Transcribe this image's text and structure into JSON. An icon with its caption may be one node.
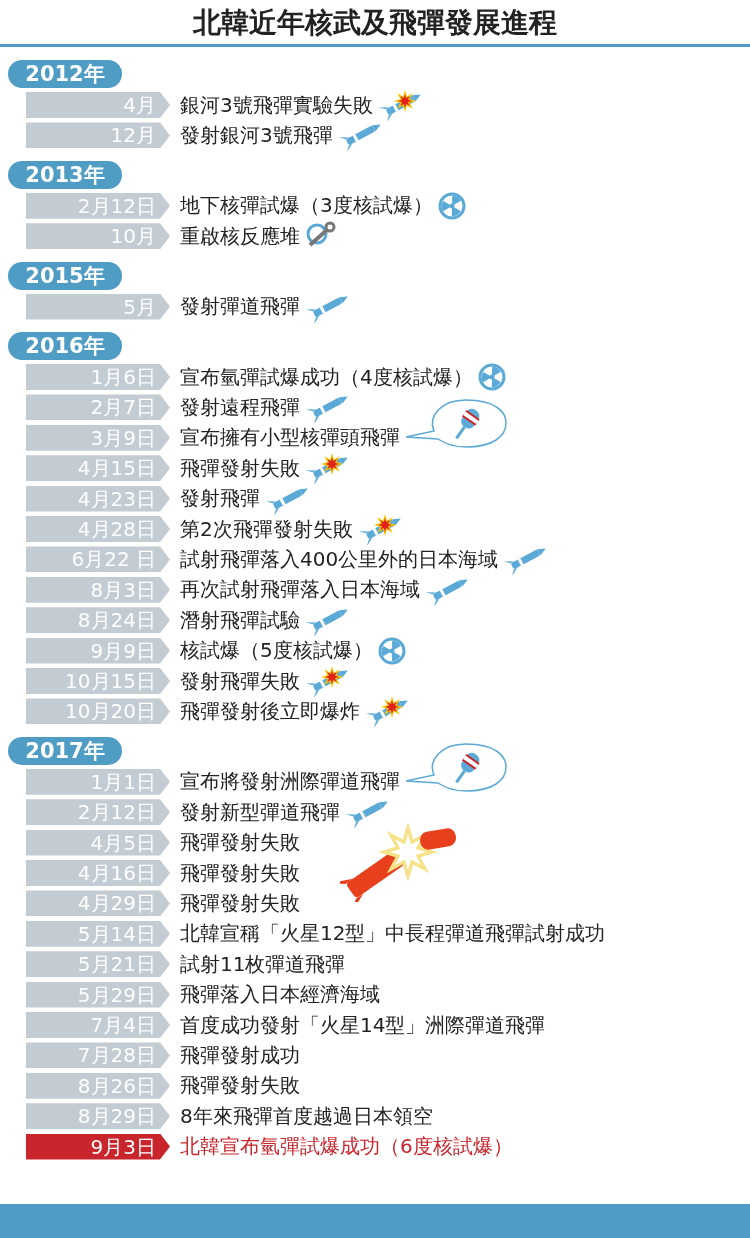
{
  "diagram": {
    "title": "北韓近年核武及飛彈發展進程",
    "nodes": [
      {
        "text": [
          "2012年"
        ]
      },
      {
        "text": [
          "4月"
        ],
        "beside": [
          "銀河3號飛彈實驗失敗"
        ]
      },
      {
        "text": [
          "12月"
        ],
        "beside": [
          "發射銀河3號飛彈"
        ]
      },
      {
        "text": [
          "2013年"
        ]
      },
      {
        "text": [
          "2月12日"
        ],
        "beside": [
          "地下核彈試爆（3度核試爆）"
        ]
      },
      {
        "text": [
          "10月"
        ],
        "beside": [
          "重啟核反應堆"
        ]
      },
      {
        "text": [
          "2015年"
        ]
      },
      {
        "text": [
          "5月"
        ],
        "beside": [
          "發射彈道飛彈"
        ]
      },
      {
        "text": [
          "2016年"
        ]
      },
      {
        "text": [
          "1月6日"
        ],
        "beside": [
          "宣布氫彈試爆成功（4度核試爆）"
        ]
      },
      {
        "text": [
          "2月7日"
        ],
        "beside": [
          "發射遠程飛彈"
        ]
      },
      {
        "text": [
          "3月9日"
        ],
        "beside": [
          "宣布擁有小型核彈頭飛彈"
        ]
      },
      {
        "text": [
          "4月15日"
        ],
        "beside": [
          "飛彈發射失敗"
        ]
      },
      {
        "text": [
          "4月23日"
        ],
        "beside": [
          "發射飛彈"
        ]
      },
      {
        "text": [
          "4月28日"
        ],
        "beside": [
          "第2次飛彈發射失敗"
        ]
      },
      {
        "text": [
          "6月22 日"
        ],
        "beside": [
          "試射飛彈落入400公里外的日本海域"
        ]
      },
      {
        "text": [
          "8月3日"
        ],
        "beside": [
          "再次試射飛彈落入日本海域"
        ]
      },
      {
        "text": [
          "8月24日"
        ],
        "beside": [
          "潛射飛彈試驗"
        ]
      },
      {
        "text": [
          "9月9日"
        ],
        "beside": [
          "核試爆（5度核試爆）"
        ]
      },
      {
        "text": [
          "10月15日"
        ],
        "beside": [
          "發射飛彈失敗"
        ]
      },
      {
        "text": [
          "10月20日"
        ],
        "beside": [
          "飛彈發射後立即爆炸"
        ]
      },
      {
        "text": [
          "2017年"
        ]
      },
      {
        "text": [
          "1月1日"
        ],
        "beside": [
          "宣布將發射洲際彈道飛彈"
        ]
      },
      {
        "text": [
          "2月12日"
        ],
        "beside": [
          "發射新型彈道飛彈"
        ]
      },
      {
        "text": [
          "4月5日"
        ],
        "beside": [
          "飛彈發射失敗"
        ]
      },
      {
        "text": [
          "4月16日"
        ],
        "beside": [
          "飛彈發射失敗"
        ]
      },
      {
        "text": [
          "4月29日"
        ],
        "beside": [
          "飛彈發射失敗"
        ]
      },
      {
        "text": [
          "5月14日"
        ],
        "beside": [
          "北韓宣稱「火星12型」中長程彈道飛彈試射成功"
        ]
      },
      {
        "text": [
          "5月21日"
        ],
        "beside": [
          "試射11枚彈道飛彈"
        ]
      },
      {
        "text": [
          "5月29日"
        ],
        "beside": [
          "飛彈落入日本經濟海域"
        ]
      },
      {
        "text": [
          "7月4日"
        ],
        "beside": [
          "首度成功發射「火星14型」洲際彈道飛彈"
        ]
      },
      {
        "text": [
          "7月28日"
        ],
        "beside": [
          "飛彈發射成功"
        ]
      },
      {
        "text": [
          "8月26日"
        ],
        "beside": [
          "飛彈發射失敗"
        ]
      },
      {
        "text": [
          "8月29日"
        ],
        "beside": [
          "8年來飛彈首度越過日本領空"
        ]
      },
      {
        "text": [
          "9月3日"
        ],
        "beside": [
          "北韓宣布氫彈試爆成功（6度核試爆）"
        ]
      }
    ]
  }
}
